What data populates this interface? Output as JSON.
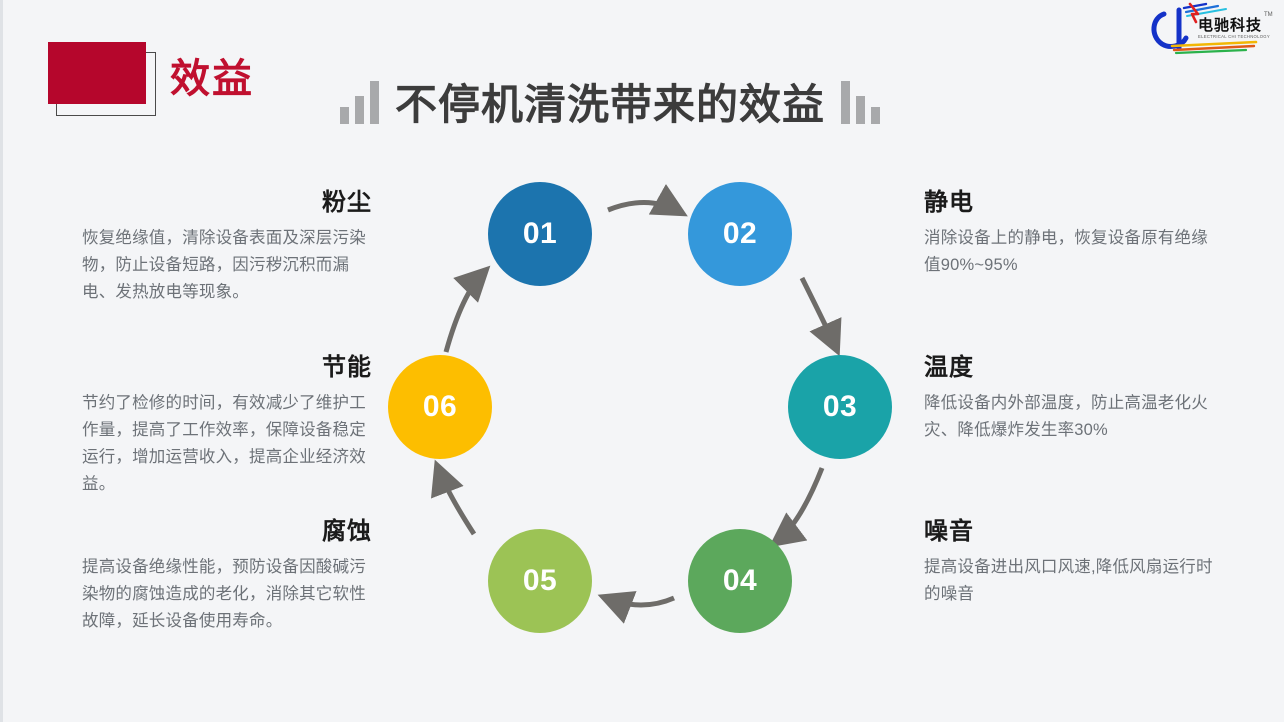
{
  "header": {
    "badge_label": "效益",
    "badge_color": "#b5062c",
    "badge_text_color": "#c0102f",
    "title": "不停机清洗带来的效益",
    "title_color": "#3c3c3c",
    "decor_left_icon": "ascending-bars-icon",
    "decor_right_icon": "descending-bars-icon"
  },
  "logo": {
    "name": "dianchi-technology-logo",
    "chinese_text": "电驰科技",
    "english_text": "ELECTRICAL CHI TECHNOLOGY",
    "trademark": "TM"
  },
  "diagram": {
    "type": "cycle",
    "arrow_color": "#6e6c69",
    "nodes": [
      {
        "number": "01",
        "color": "#1c74ae",
        "topic": "粉尘"
      },
      {
        "number": "02",
        "color": "#3498db",
        "topic": "静电"
      },
      {
        "number": "03",
        "color": "#1aa3a8",
        "topic": "温度"
      },
      {
        "number": "04",
        "color": "#5ca85c",
        "topic": "噪音"
      },
      {
        "number": "05",
        "color": "#9cc355",
        "topic": "腐蚀"
      },
      {
        "number": "06",
        "color": "#fdbe00",
        "topic": "节能"
      }
    ]
  },
  "blocks": {
    "dust": {
      "heading": "粉尘",
      "body": "恢复绝缘值，清除设备表面及深层污染物，防止设备短路，因污秽沉积而漏电、发热放电等现象。"
    },
    "energy": {
      "heading": "节能",
      "body": "节约了检修的时间，有效减少了维护工作量，提高了工作效率，保障设备稳定运行，增加运营收入，提高企业经济效益。"
    },
    "corrosion": {
      "heading": "腐蚀",
      "body": "提高设备绝缘性能，预防设备因酸碱污染物的腐蚀造成的老化，消除其它软性故障，延长设备使用寿命。"
    },
    "static": {
      "heading": "静电",
      "body": "消除设备上的静电，恢复设备原有绝缘值90%~95%"
    },
    "temperature": {
      "heading": "温度",
      "body": "降低设备内外部温度，防止高温老化火灾、降低爆炸发生率30%"
    },
    "noise": {
      "heading": "噪音",
      "body": "提高设备进出风口风速,降低风扇运行时的噪音"
    }
  }
}
